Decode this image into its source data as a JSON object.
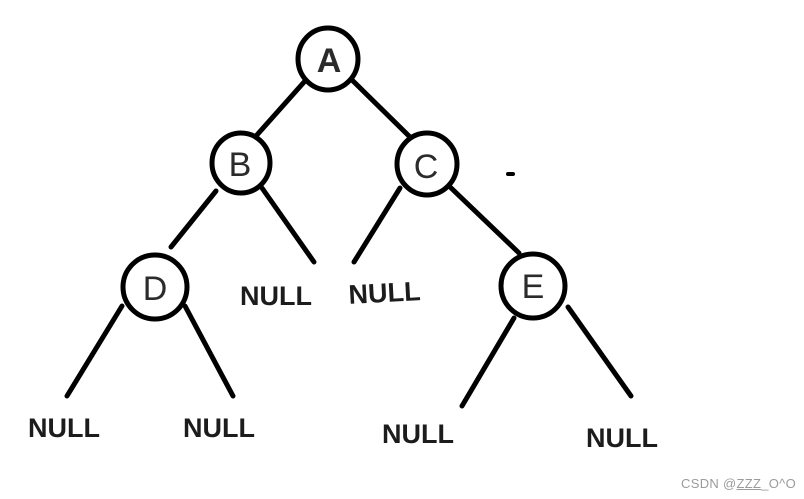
{
  "tree": {
    "nodes": [
      {
        "label": "A"
      },
      {
        "label": "B"
      },
      {
        "label": "C"
      },
      {
        "label": "D"
      },
      {
        "label": "E"
      }
    ],
    "null_leaves": [
      "NULL",
      "NULL",
      "NULL",
      "NULL",
      "NULL",
      "NULL"
    ]
  },
  "watermark": {
    "prefix": "CSDN @",
    "handle": "ZZZ",
    "suffix": "_O^O"
  },
  "colors": {
    "ink": "#000000",
    "node_label": "#2b2b2b",
    "null_label": "#1c1c1c",
    "watermark": "#9b9b9b",
    "background": "#ffffff"
  }
}
